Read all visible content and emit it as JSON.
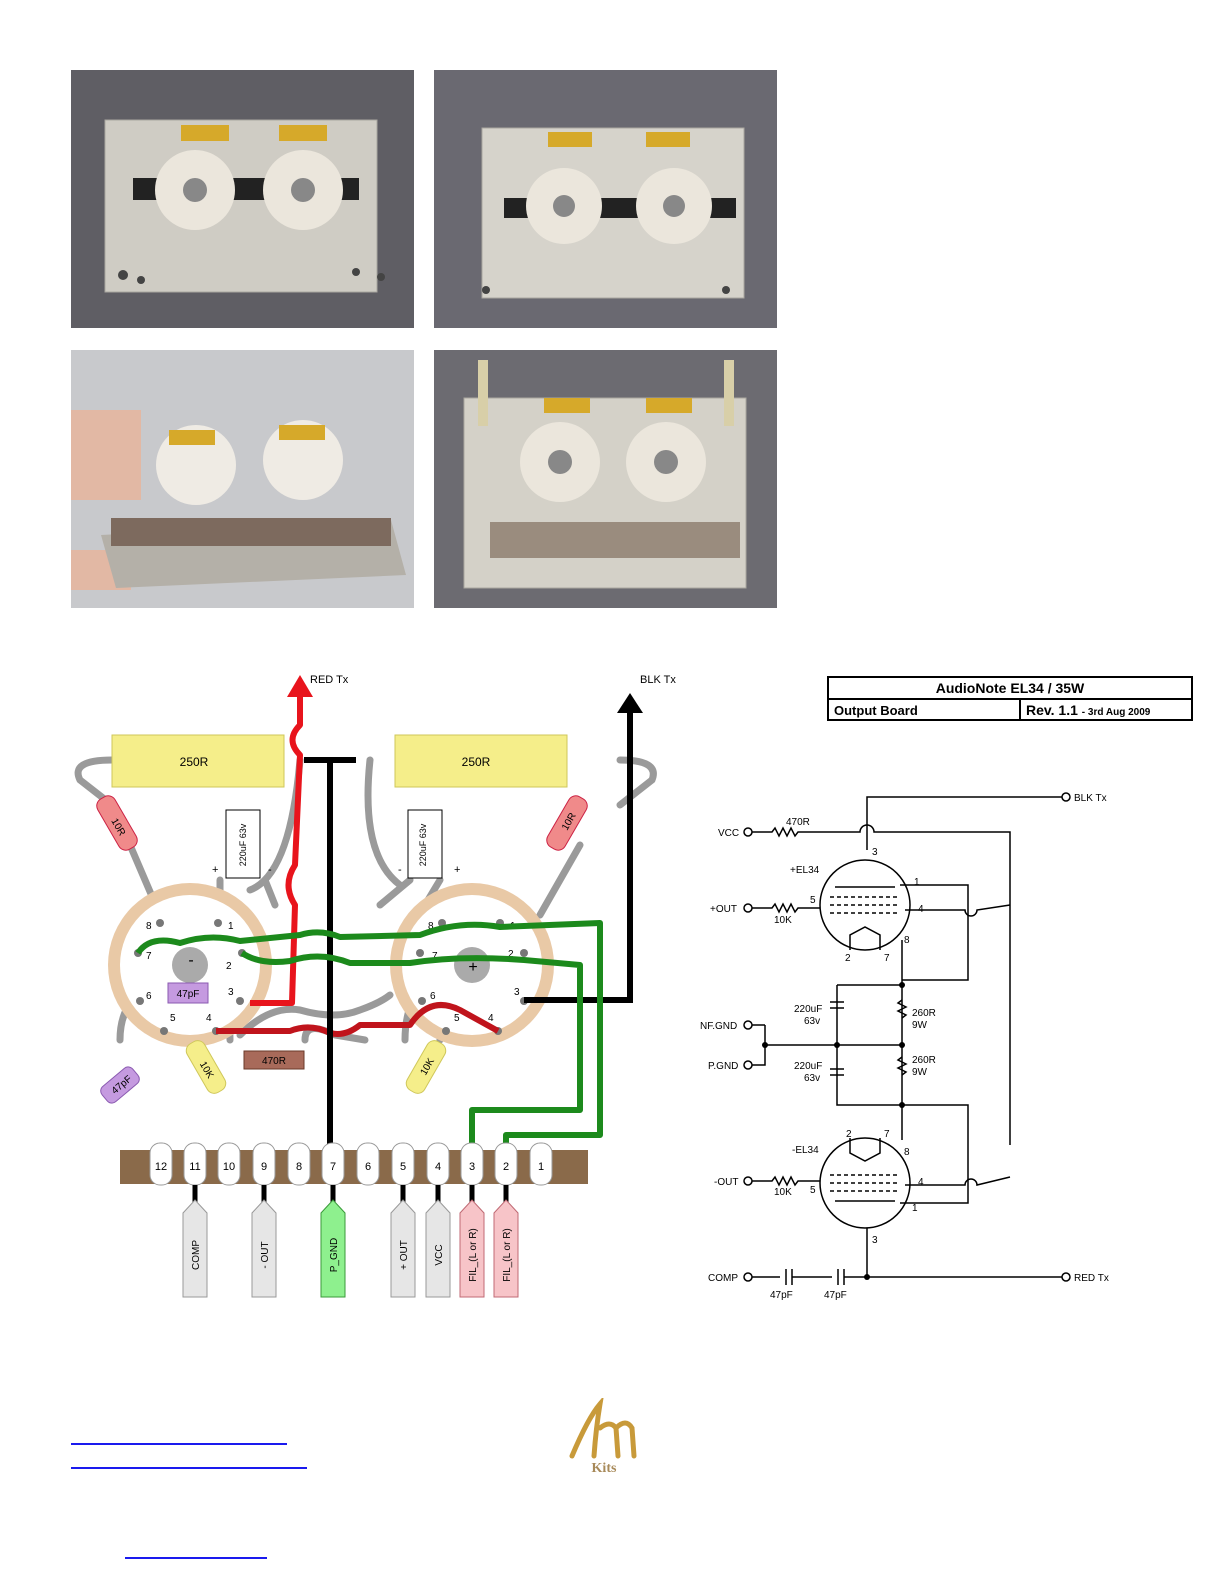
{
  "photos": [
    {
      "name": "board-top-view-1"
    },
    {
      "name": "board-top-view-2"
    },
    {
      "name": "board-side-view"
    },
    {
      "name": "board-with-terminal-strip"
    }
  ],
  "wiring": {
    "red_tx": "RED Tx",
    "blk_tx": "BLK Tx",
    "resistor_left": "250R",
    "resistor_right": "250R",
    "res_10r_left": "10R",
    "res_10r_right": "10R",
    "cap_left": "220uF 63v",
    "cap_right": "220uF 63v",
    "cap_47pf_socket": "47pF",
    "cap_47pf_strip": "47pF",
    "res_10k_left": "10K",
    "res_10k_right": "10K",
    "res_470r": "470R",
    "plus": "+",
    "minus": "-",
    "socket_pins": [
      "1",
      "2",
      "3",
      "4",
      "5",
      "6",
      "7",
      "8"
    ],
    "strip_terminals": [
      "12",
      "11",
      "10",
      "9",
      "8",
      "7",
      "6",
      "5",
      "4",
      "3",
      "2",
      "1"
    ],
    "tags": [
      "COMP",
      "- OUT",
      "P_GND",
      "+ OUT",
      "VCC",
      "FIL_(L or R)",
      "FIL_(L or R)"
    ]
  },
  "title_block": {
    "title": "AudioNote EL34 / 35W",
    "board": "Output Board",
    "rev": "Rev. 1.1",
    "date": "- 3rd Aug 2009"
  },
  "schematic": {
    "vcc": "VCC",
    "r470": "470R",
    "blk": "BLK Tx",
    "tube_top": "+EL34",
    "plus_out": "+OUT",
    "r10k_top": "10K",
    "nf_gnd": "NF.GND",
    "p_gnd": "P.GND",
    "cap1": "220uF",
    "cap1v": "63v",
    "cap2": "220uF",
    "cap2v": "63v",
    "r260a": "260R",
    "r260aw": "9W",
    "r260b": "260R",
    "r260bw": "9W",
    "tube_bot": "-EL34",
    "minus_out": "-OUT",
    "r10k_bot": "10K",
    "comp": "COMP",
    "c47a": "47pF",
    "c47b": "47pF",
    "red": "RED Tx",
    "pin1": "1",
    "pin2": "2",
    "pin3": "3",
    "pin4": "4",
    "pin5": "5",
    "pin7": "7",
    "pin8": "8"
  },
  "colors": {
    "resistor_yellow": "#f5ee8a",
    "wire_red": "#e8141c",
    "wire_green": "#1c8a1c",
    "wire_black": "#000000",
    "socket_tan": "#e9c9a6",
    "strip_brown": "#8a6a4a",
    "pgnd_tag": "#8ef08e",
    "fil_tag": "#f7c4c8",
    "link_blue": "#1a1aee"
  },
  "logo": {
    "text": "Kits"
  }
}
